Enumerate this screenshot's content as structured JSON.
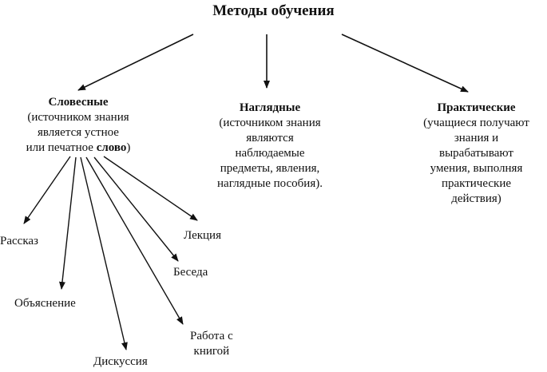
{
  "title": "Методы обучения",
  "categories": {
    "verbal": {
      "heading": "Словесные",
      "line1": "(источником знания",
      "line2": "является устное",
      "line3_start": "или печатное ",
      "line3_bold": "слово",
      "line3_end": ")"
    },
    "visual": {
      "heading": "Наглядные",
      "lines": [
        "(источником знания",
        "являются",
        "наблюдаемые",
        "предметы, явления,",
        "наглядные пособия)."
      ]
    },
    "practical": {
      "heading": "Практические",
      "lines": [
        "(учащиеся получают",
        "знания и",
        "вырабатывают",
        "умения, выполняя",
        "практические",
        "действия)"
      ]
    }
  },
  "verbal_methods": {
    "story": "Рассказ",
    "explanation": "Объяснение",
    "discussion": "Дискуссия",
    "book_line1": "Работа с",
    "book_line2": "книгой",
    "conversation": "Беседа",
    "lecture": "Лекция"
  }
}
